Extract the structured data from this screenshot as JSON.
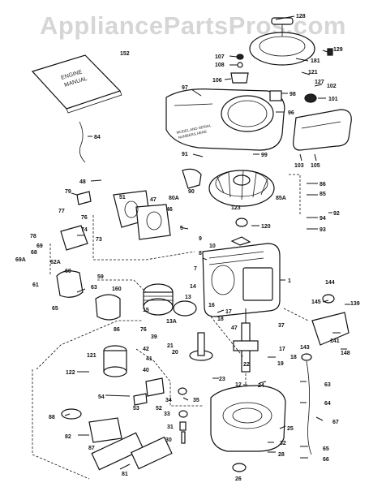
{
  "watermark": "AppliancePartsPros.com",
  "manual": {
    "number": "152",
    "title_line1": "ENGINE",
    "title_line2": "MANUAL"
  },
  "note": {
    "line1": "MODEL AND SERIAL",
    "line2": "NUMBERS HERE"
  },
  "callouts": [
    {
      "id": "c-128",
      "text": "128"
    },
    {
      "id": "c-129",
      "text": "129"
    },
    {
      "id": "c-107",
      "text": "107"
    },
    {
      "id": "c-108",
      "text": "108"
    },
    {
      "id": "c-181",
      "text": "181"
    },
    {
      "id": "c-121",
      "text": "121"
    },
    {
      "id": "c-127",
      "text": "127"
    },
    {
      "id": "c-102",
      "text": "102"
    },
    {
      "id": "c-101",
      "text": "101"
    },
    {
      "id": "c-106",
      "text": "106"
    },
    {
      "id": "c-97",
      "text": "97"
    },
    {
      "id": "c-96",
      "text": "96"
    },
    {
      "id": "c-98",
      "text": "98"
    },
    {
      "id": "c-84",
      "text": "84"
    },
    {
      "id": "c-99",
      "text": "99"
    },
    {
      "id": "c-103",
      "text": "103"
    },
    {
      "id": "c-105",
      "text": "105"
    },
    {
      "id": "c-91",
      "text": "91"
    },
    {
      "id": "c-48",
      "text": "48"
    },
    {
      "id": "c-79",
      "text": "79"
    },
    {
      "id": "c-51",
      "text": "51"
    },
    {
      "id": "c-47",
      "text": "47"
    },
    {
      "id": "c-90",
      "text": "90"
    },
    {
      "id": "c-80a",
      "text": "80A"
    },
    {
      "id": "c-85a",
      "text": "85A"
    },
    {
      "id": "c-85",
      "text": "85"
    },
    {
      "id": "c-86",
      "text": "86"
    },
    {
      "id": "c-92",
      "text": "92"
    },
    {
      "id": "c-77",
      "text": "77"
    },
    {
      "id": "c-46",
      "text": "46"
    },
    {
      "id": "c-123",
      "text": "123"
    },
    {
      "id": "c-94",
      "text": "94"
    },
    {
      "id": "c-93",
      "text": "93"
    },
    {
      "id": "c-76",
      "text": "76"
    },
    {
      "id": "c-74",
      "text": "74"
    },
    {
      "id": "c-73",
      "text": "73"
    },
    {
      "id": "c-5",
      "text": "5"
    },
    {
      "id": "c-120",
      "text": "120"
    },
    {
      "id": "c-78",
      "text": "78"
    },
    {
      "id": "c-69",
      "text": "69"
    },
    {
      "id": "c-68",
      "text": "68"
    },
    {
      "id": "c-69a",
      "text": "69A"
    },
    {
      "id": "c-62a",
      "text": "62A"
    },
    {
      "id": "c-9",
      "text": "9"
    },
    {
      "id": "c-10",
      "text": "10"
    },
    {
      "id": "c-8",
      "text": "8"
    },
    {
      "id": "c-7",
      "text": "7"
    },
    {
      "id": "c-60",
      "text": "60"
    },
    {
      "id": "c-59",
      "text": "59"
    },
    {
      "id": "c-61",
      "text": "61"
    },
    {
      "id": "c-63",
      "text": "63"
    },
    {
      "id": "c-65",
      "text": "65"
    },
    {
      "id": "c-160",
      "text": "160"
    },
    {
      "id": "c-1",
      "text": "1"
    },
    {
      "id": "c-14",
      "text": "14"
    },
    {
      "id": "c-15",
      "text": "15"
    },
    {
      "id": "c-144",
      "text": "144"
    },
    {
      "id": "c-145",
      "text": "145"
    },
    {
      "id": "c-139",
      "text": "139"
    },
    {
      "id": "c-13",
      "text": "13"
    },
    {
      "id": "c-16",
      "text": "16"
    },
    {
      "id": "c-13a",
      "text": "13A"
    },
    {
      "id": "c-17",
      "text": "17"
    },
    {
      "id": "c-47b",
      "text": "47"
    },
    {
      "id": "c-18",
      "text": "18"
    },
    {
      "id": "c-37",
      "text": "37"
    },
    {
      "id": "c-86b",
      "text": "86"
    },
    {
      "id": "c-76b",
      "text": "76"
    },
    {
      "id": "c-39",
      "text": "39"
    },
    {
      "id": "c-141",
      "text": "141"
    },
    {
      "id": "c-148",
      "text": "148"
    },
    {
      "id": "c-143",
      "text": "143"
    },
    {
      "id": "c-21",
      "text": "21"
    },
    {
      "id": "c-20",
      "text": "20"
    },
    {
      "id": "c-42",
      "text": "42"
    },
    {
      "id": "c-121b",
      "text": "121"
    },
    {
      "id": "c-41",
      "text": "41"
    },
    {
      "id": "c-40",
      "text": "40"
    },
    {
      "id": "c-22",
      "text": "22"
    },
    {
      "id": "c-17b",
      "text": "17"
    },
    {
      "id": "c-18b",
      "text": "18"
    },
    {
      "id": "c-19",
      "text": "19"
    },
    {
      "id": "c-122",
      "text": "122"
    },
    {
      "id": "c-23",
      "text": "23"
    },
    {
      "id": "c-12",
      "text": "12"
    },
    {
      "id": "c-24",
      "text": "24"
    },
    {
      "id": "c-63b",
      "text": "63"
    },
    {
      "id": "c-64",
      "text": "64"
    },
    {
      "id": "c-54",
      "text": "54"
    },
    {
      "id": "c-35",
      "text": "35"
    },
    {
      "id": "c-34",
      "text": "34"
    },
    {
      "id": "c-53",
      "text": "53"
    },
    {
      "id": "c-52",
      "text": "52"
    },
    {
      "id": "c-33",
      "text": "33"
    },
    {
      "id": "c-67",
      "text": "67"
    },
    {
      "id": "c-88",
      "text": "88"
    },
    {
      "id": "c-31",
      "text": "31"
    },
    {
      "id": "c-25",
      "text": "25"
    },
    {
      "id": "c-82",
      "text": "82"
    },
    {
      "id": "c-30",
      "text": "30"
    },
    {
      "id": "c-32",
      "text": "32"
    },
    {
      "id": "c-87",
      "text": "87"
    },
    {
      "id": "c-28",
      "text": "28"
    },
    {
      "id": "c-26",
      "text": "26"
    },
    {
      "id": "c-65b",
      "text": "65"
    },
    {
      "id": "c-66",
      "text": "66"
    },
    {
      "id": "c-81",
      "text": "81"
    }
  ]
}
